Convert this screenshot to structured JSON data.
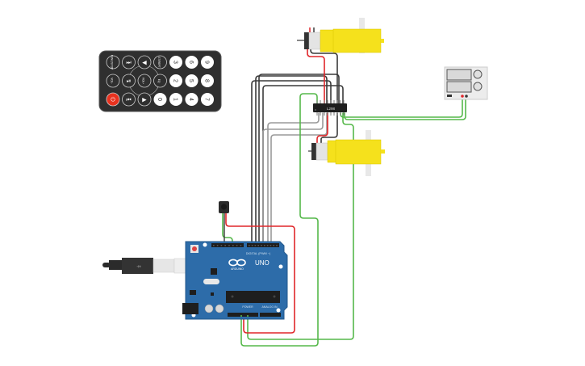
{
  "app": {
    "title": "Circuit design canvas"
  },
  "components": {
    "ir_remote": {
      "name": "IR Remote",
      "buttons": [
        {
          "label": "FUNC/STOP",
          "icon": "func-stop-icon"
        },
        {
          "label": "",
          "icon": "skip-forward-icon"
        },
        {
          "label": "",
          "icon": "play-left-icon"
        },
        {
          "label": "ST/REPT",
          "icon": "st-rept-icon"
        },
        {
          "label": "3"
        },
        {
          "label": "6"
        },
        {
          "label": "9"
        },
        {
          "label": "VOL-",
          "icon": "volume-down-icon"
        },
        {
          "label": "",
          "icon": "play-pause-icon"
        },
        {
          "label": "VOL+",
          "icon": "volume-up-icon"
        },
        {
          "label": "EQ",
          "icon": "eq-icon"
        },
        {
          "label": "2"
        },
        {
          "label": "5"
        },
        {
          "label": "8"
        },
        {
          "label": "",
          "icon": "power-icon"
        },
        {
          "label": "",
          "icon": "skip-back-icon"
        },
        {
          "label": "",
          "icon": "play-right-icon"
        },
        {
          "label": "0"
        },
        {
          "label": "1"
        },
        {
          "label": "4"
        },
        {
          "label": "7"
        }
      ]
    },
    "motor_top": {
      "name": "DC Gear Motor 1"
    },
    "motor_bottom": {
      "name": "DC Gear Motor 2"
    },
    "power_supply": {
      "name": "Power Supply"
    },
    "driver": {
      "name": "L298 Motor Driver",
      "chip_label": "L298"
    },
    "ir_receiver": {
      "name": "IR Receiver"
    },
    "arduino": {
      "name": "Arduino Uno",
      "logo_text": "UNO",
      "brand_text": "ARDUINO",
      "digital_label": "DIGITAL (PWM ~)",
      "power_label": "POWER",
      "analog_label": "ANALOG IN"
    },
    "usb_cable": {
      "name": "USB Cable"
    }
  },
  "colors": {
    "wire_black": "#3a3a3a",
    "wire_gray": "#9a9a9a",
    "wire_red": "#e0262a",
    "wire_green": "#55b84a",
    "arduino_blue": "#2d6ca9",
    "motor_yellow": "#f5e11c",
    "remote_body": "#2f2f2f",
    "power_red": "#e8321f"
  }
}
